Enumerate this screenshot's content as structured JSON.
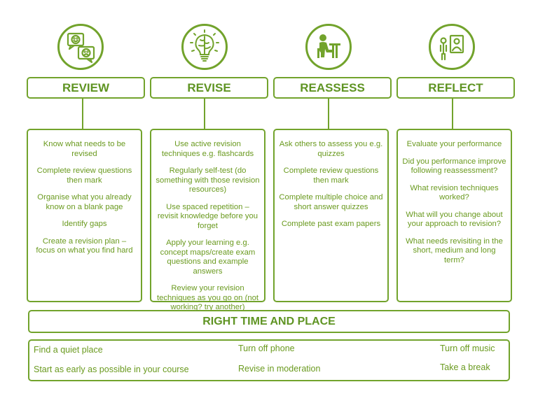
{
  "stages": [
    {
      "title": "REVIEW",
      "icon": "chat-faces-icon",
      "items": [
        "Know what needs to be revised",
        "Complete review questions then mark",
        "Organise what you already know on a blank page",
        "Identify gaps",
        "Create a revision plan – focus on what you find hard"
      ]
    },
    {
      "title": "REVISE",
      "icon": "brain-lightbulb-icon",
      "items": [
        "Use active revision techniques e.g. flashcards",
        "Regularly self-test (do something with those revision resources)",
        "Use spaced repetition – revisit knowledge before you forget",
        "Apply your learning e.g. concept maps/create exam questions and example answers",
        "Review your revision techniques as you go on (not working? try another)"
      ]
    },
    {
      "title": "REASSESS",
      "icon": "person-at-desk-icon",
      "items": [
        "Ask others to assess you e.g. quizzes",
        "Complete review questions then mark",
        "Complete multiple choice and short answer quizzes",
        "Complete past exam papers"
      ]
    },
    {
      "title": "REFLECT",
      "icon": "person-mirror-icon",
      "items": [
        "Evaluate your performance",
        "Did you performance improve following reassessment?",
        "What revision techniques worked?",
        "What will you change about your approach to revision?",
        "What needs revisiting in the short, medium and long term?"
      ]
    }
  ],
  "banner": {
    "title": "RIGHT TIME AND PLACE"
  },
  "tips": {
    "find_quiet": "Find a quiet place",
    "phone_off": "Turn off phone",
    "music_off": "Turn off music",
    "start_early": "Start as early as possible in your course",
    "moderation": "Revise in moderation",
    "take_break": "Take a break"
  },
  "colors": {
    "accent": "#72a32c",
    "text": "#6a9a1f"
  }
}
